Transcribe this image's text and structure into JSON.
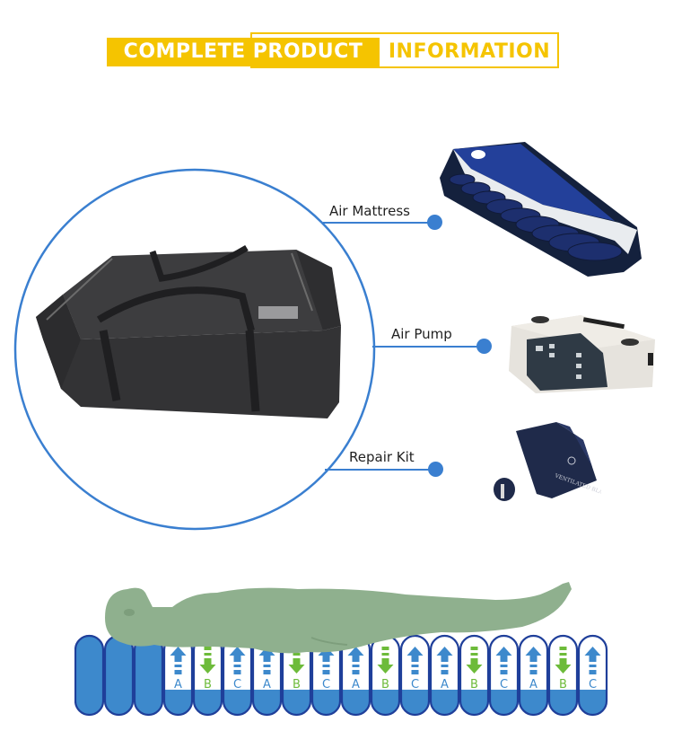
{
  "header": {
    "title_part1": "COMPLETE PRODUCT",
    "title_part2": "INFORMATION",
    "accent_color": "#f5c400"
  },
  "package": {
    "image": "black-carry-bag",
    "circle_color": "#3a7fd0"
  },
  "components": [
    {
      "label": "Air Mattress",
      "image": "air-mattress-photo"
    },
    {
      "label": "Air Pump",
      "image": "air-pump-photo"
    },
    {
      "label": "Repair Kit",
      "image": "repair-kit-photo",
      "kit_text": "VENTILATED BLA"
    }
  ],
  "diagram": {
    "body_color": "#8fb08e",
    "cell_color": "#3d89cc",
    "cell_outline": "#1f3f9a",
    "up_arrow_color": "#3d89cc",
    "down_arrow_color": "#6dbb3a",
    "static_cells": 3,
    "cells": [
      {
        "label": "A",
        "dir": "up"
      },
      {
        "label": "B",
        "dir": "down"
      },
      {
        "label": "C",
        "dir": "up"
      },
      {
        "label": "A",
        "dir": "up"
      },
      {
        "label": "B",
        "dir": "down"
      },
      {
        "label": "C",
        "dir": "up"
      },
      {
        "label": "A",
        "dir": "up"
      },
      {
        "label": "B",
        "dir": "down"
      },
      {
        "label": "C",
        "dir": "up"
      },
      {
        "label": "A",
        "dir": "up"
      },
      {
        "label": "B",
        "dir": "down"
      },
      {
        "label": "C",
        "dir": "up"
      },
      {
        "label": "A",
        "dir": "up"
      },
      {
        "label": "B",
        "dir": "down"
      },
      {
        "label": "C",
        "dir": "up"
      }
    ]
  }
}
